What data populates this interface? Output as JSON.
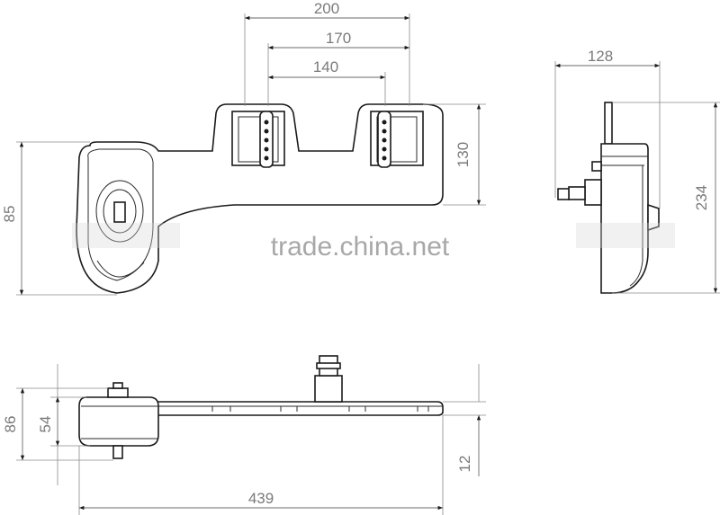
{
  "watermark": "trade.china.net",
  "top_view": {
    "dims": {
      "w200": "200",
      "w170": "170",
      "w140": "140",
      "h130": "130",
      "h85": "85"
    }
  },
  "side_view": {
    "dims": {
      "w128": "128",
      "h234": "234"
    }
  },
  "bottom_view": {
    "dims": {
      "h86": "86",
      "h54": "54",
      "h12": "12",
      "w439": "439"
    }
  }
}
